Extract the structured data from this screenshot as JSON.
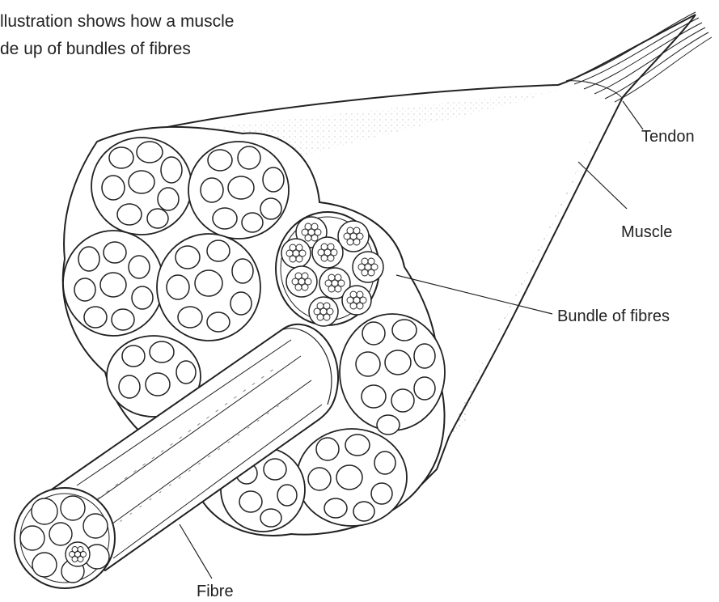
{
  "caption": {
    "line1": "llustration shows how a muscle",
    "line2": "de up of bundles of fibres"
  },
  "labels": {
    "tendon": "Tendon",
    "muscle": "Muscle",
    "bundle": "Bundle of fibres",
    "fibre": "Fibre"
  },
  "colors": {
    "ink": "#222222",
    "background": "#ffffff"
  }
}
